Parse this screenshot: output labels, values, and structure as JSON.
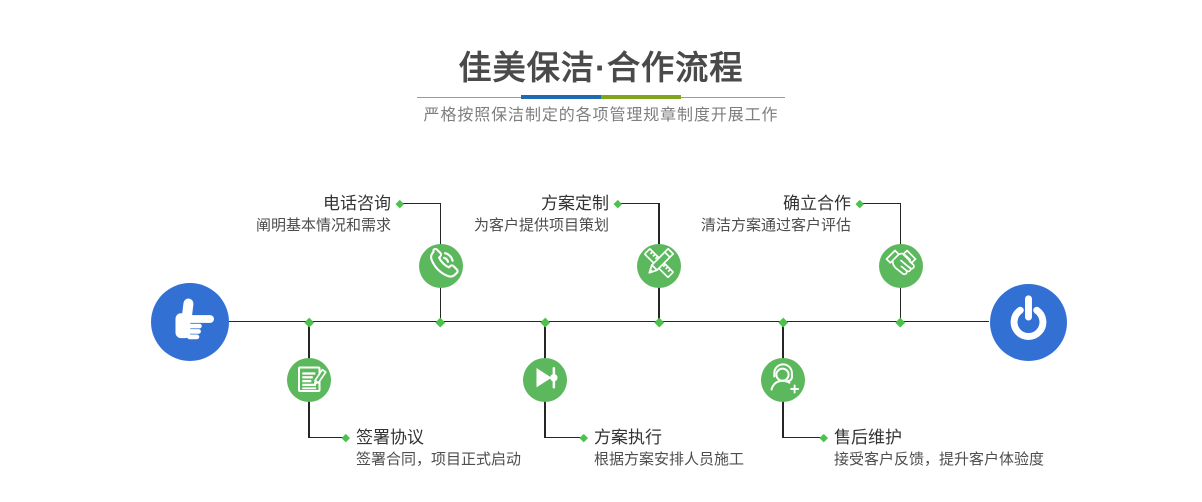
{
  "header": {
    "title": "佳美保洁·合作流程",
    "subtitle": "严格按照保洁制定的各项管理规章制度开展工作"
  },
  "timeline": {
    "start_icon": "hand-point-right-icon",
    "end_icon": "power-icon",
    "steps": [
      {
        "title": "电话咨询",
        "desc": "阐明基本情况和需求",
        "icon": "phone-call-icon",
        "position": "above"
      },
      {
        "title": "签署协议",
        "desc": "签署合同，项目正式启动",
        "icon": "contract-edit-icon",
        "position": "below"
      },
      {
        "title": "方案定制",
        "desc": "为客户提供项目策划",
        "icon": "plan-design-icon",
        "position": "above"
      },
      {
        "title": "方案执行",
        "desc": "根据方案安排人员施工",
        "icon": "play-execute-icon",
        "position": "below"
      },
      {
        "title": "确立合作",
        "desc": "清洁方案通过客户评估",
        "icon": "handshake-icon",
        "position": "above"
      },
      {
        "title": "售后维护",
        "desc": "接受客户反馈，提升客户体验度",
        "icon": "headset-service-icon",
        "position": "below"
      }
    ]
  },
  "colors": {
    "accent_blue": "#3370d4",
    "accent_green": "#5cb85c",
    "diamond_green": "#4cc24c",
    "divider_blue": "#1e6bb2",
    "divider_green": "#81a51d",
    "connector_line": "#262626"
  }
}
